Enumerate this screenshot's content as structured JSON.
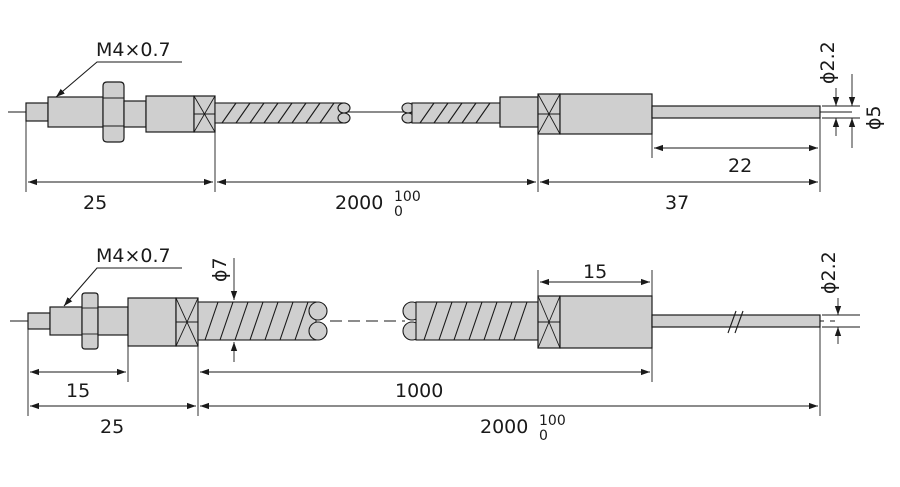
{
  "top_drawing": {
    "thread_label": "M4×0.7",
    "diameter_tip": "ϕ2.2",
    "diameter_sleeve": "ϕ5",
    "dim_sleeve_length": "22",
    "dim_head_length": "25",
    "dim_cable_length": "2000",
    "dim_cable_tol_upper": "100",
    "dim_cable_tol_lower": "0",
    "dim_tail_length": "37"
  },
  "bottom_drawing": {
    "thread_label": "M4×0.7",
    "diameter_spring": "ϕ7",
    "diameter_tip": "ϕ2.2",
    "dim_tube_length": "15",
    "dim_thread_length": "15",
    "dim_spring_length": "1000",
    "dim_head_length": "25",
    "dim_cable_length": "2000",
    "dim_cable_tol_upper": "100",
    "dim_cable_tol_lower": "0"
  }
}
